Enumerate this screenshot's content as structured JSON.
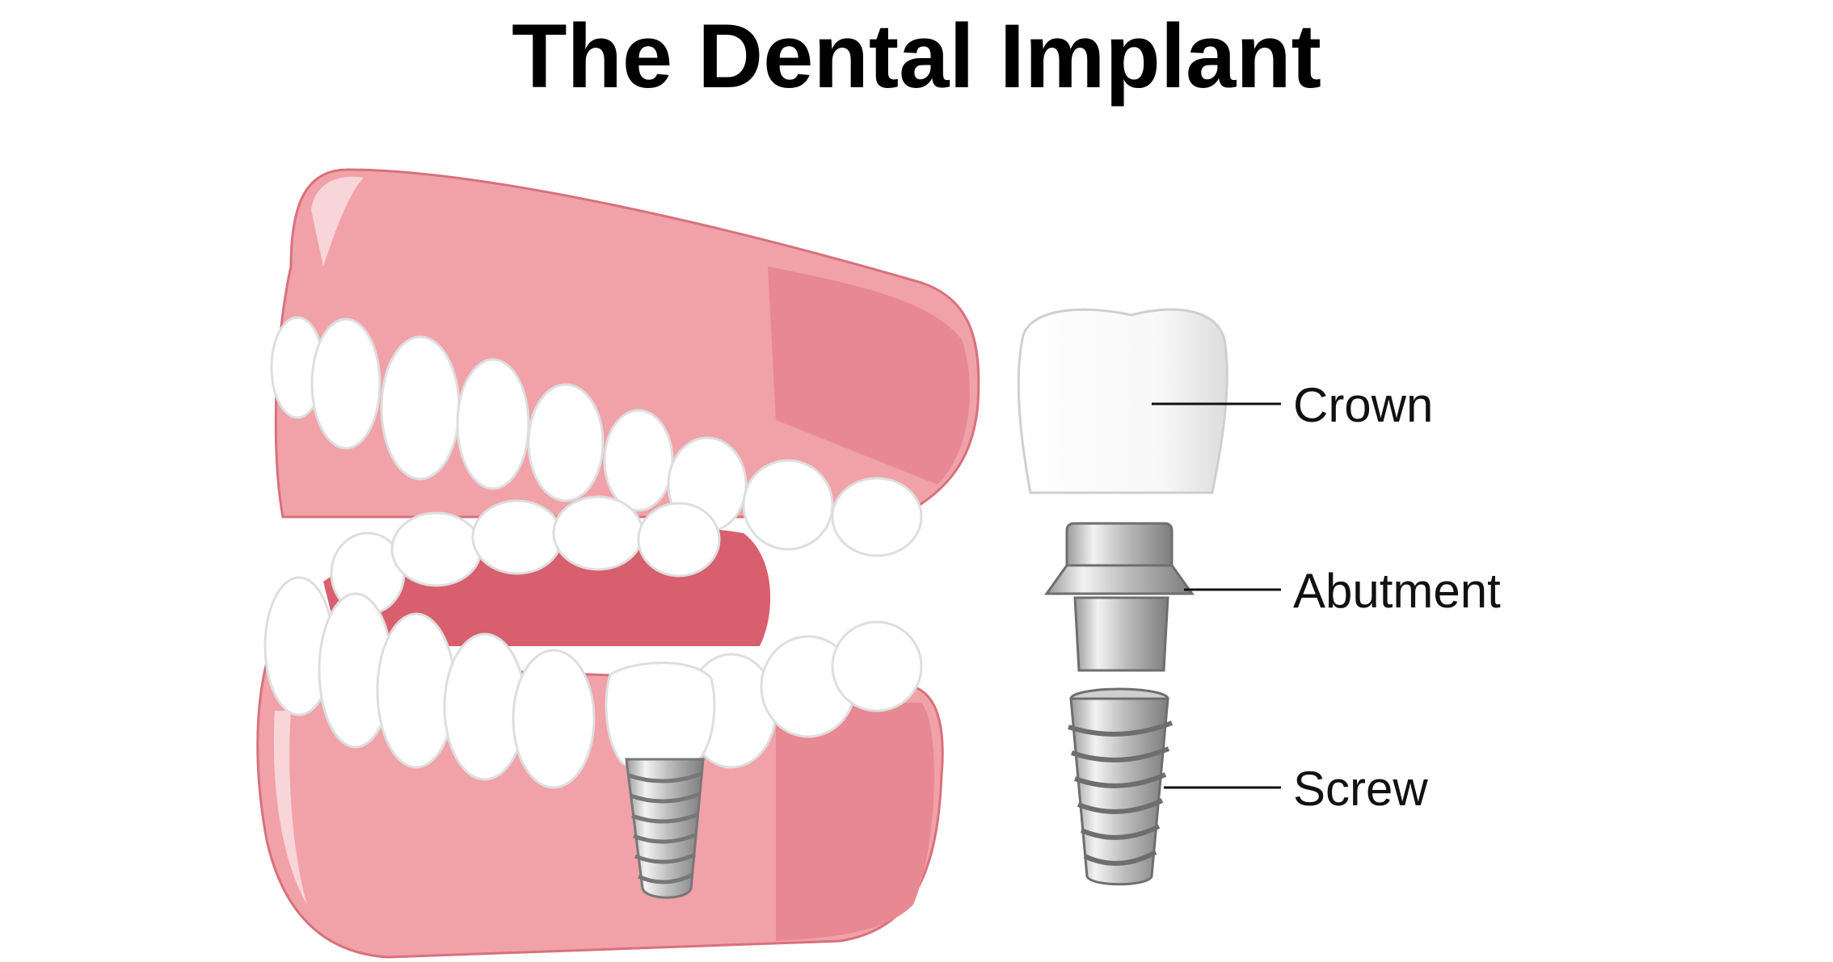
{
  "title": "The Dental Implant",
  "labels": {
    "crown": "Crown",
    "abutment": "Abutment",
    "screw": "Screw"
  },
  "colors": {
    "gum": "#f0a2a8",
    "gum_dark": "#e27e89",
    "gum_inner": "#d85f6d",
    "tooth": "#ffffff",
    "tooth_shadow": "#e6e6e6",
    "metal_light": "#e4e4e4",
    "metal_dark": "#8a8a8a"
  }
}
